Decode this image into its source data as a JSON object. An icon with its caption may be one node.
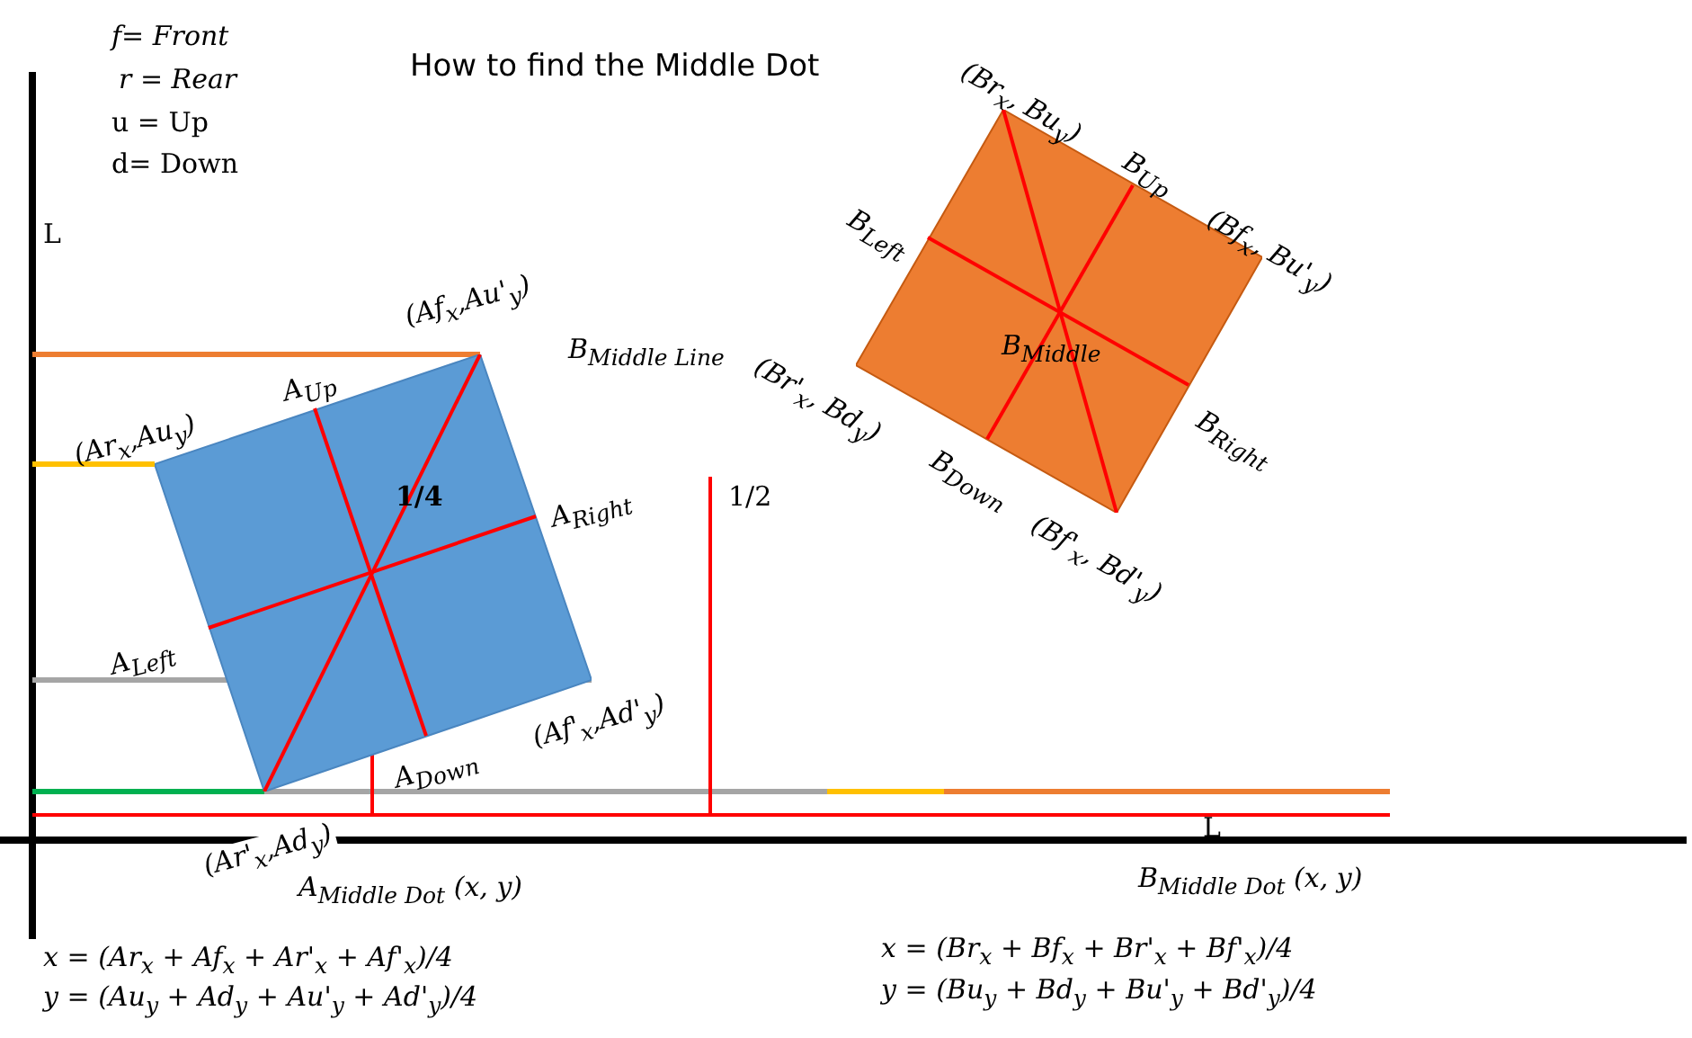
{
  "diagram": {
    "title": "How to find the Middle Dot",
    "nodes": [
      {
        "text": [],
        "shape": "box"
      },
      {
        "text": [
          "B$_{Middle}$"
        ]
      }
    ],
    "labels": [
      "f= Front",
      "r = Rear",
      "u = Up",
      "d= Down",
      "L",
      "(Br$_{x}$, Bu$_{y}$)",
      "B$_{Up}$",
      "(Bf$_{x}$, Bu'$_{y}$)",
      "B$_{Left}$",
      "B$_{Middle Line}$",
      "(Br'$_{x}$, Bd$_{y}$)",
      "B$_{Down}$",
      "B$_{Right}$",
      "(Bf'$_{x}$, Bd'$_{y}$)",
      "(Af$_{x}$,Au'$_{y}$)",
      "A$_{Up}$",
      "(Ar$_{x}$,Au$_{y}$)",
      "A$_{Right}$",
      "1/4",
      "1/2",
      "A$_{Left}$",
      "(Af'$_{x}$,Ad'$_{y}$)",
      "A$_{Down}$",
      "(Ar'$_{x}$,Ad$_{y}$)",
      "L",
      "A$_{Middle Dot}$ (x, y)",
      "B$_{Middle Dot}$ (x, y)",
      "x = (Ar$_{x}$ + Af$_{x}$ + Ar'$_{x}$ + Af'$_{x}$)/4",
      "y = (Au$_{y}$ + Ad$_{y}$ + Au'$_{y}$ + Ad'$_{y}$)/4",
      "x = (Br$_{x}$ + Bf$_{x}$ + Br'$_{x}$ + Bf'$_{x}$)/4",
      "y = (Bu$_{y}$ + Bd$_{y}$ + Bu'$_{y}$ + Bd'$_{y}$)/4"
    ]
  }
}
